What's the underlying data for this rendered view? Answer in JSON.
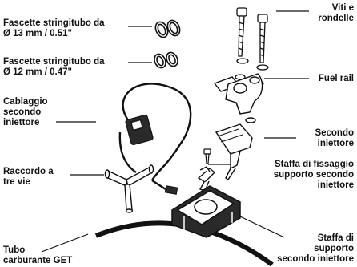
{
  "labels": {
    "clamp_13": [
      "Fascette stringitubo da",
      "Ø 13 mm / 0.51\""
    ],
    "clamp_12": [
      "Fascette stringitubo da",
      "Ø 12 mm / 0.47\""
    ],
    "harness": [
      "Cablaggio",
      "secondo",
      "iniettore"
    ],
    "three_way": [
      "Raccordo a",
      "tre vie"
    ],
    "fuel_hose": [
      "Tubo",
      "carburante GET"
    ],
    "screws": [
      "Viti e",
      "rondelle"
    ],
    "fuel_rail": [
      "Fuel rail"
    ],
    "second_injector": [
      "Secondo",
      "iniettore"
    ],
    "bracket_clip": [
      "Staffa di fissaggio",
      "supporto secondo",
      "iniettore"
    ],
    "bracket_support": [
      "Staffa di",
      "supporto",
      "secondo iniettore"
    ]
  },
  "colors": {
    "ink": "#111111",
    "part_fill": "#ffffff",
    "part_dark": "#2a2a2a"
  }
}
